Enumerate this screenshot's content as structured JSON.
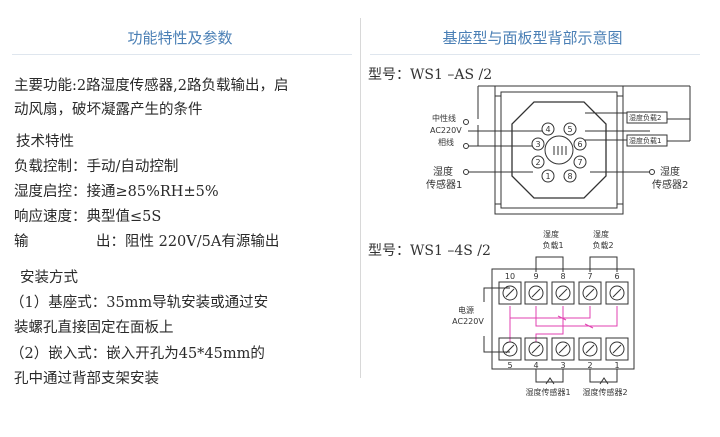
{
  "header": {
    "left_title": "功能特性及参数",
    "right_title": "基座型与面板型背部示意图",
    "accent_color": "#4a7fb5"
  },
  "left": {
    "main_function_line1": "主要功能:2路湿度传感器,2路负载输出，启",
    "main_function_line2": "动风扇，破坏凝露产生的条件",
    "tech_title": "技术特性",
    "load_control": "负载控制：手动/自动控制",
    "humidity_start": "湿度启控：接通≥85%RH±5%",
    "response_speed": "响应速度：典型值≤5S",
    "output_label": "输",
    "output_value": "出：阻性 220V/5A有源输出",
    "install_title": "安装方式",
    "install_1_line1": "（1）基座式：35mm导轨安装或通过安",
    "install_1_line2": "装螺孔直接固定在面板上",
    "install_2_line1": "（2）嵌入式：嵌入开孔为45*45mm的",
    "install_2_line2": "孔中通过背部支架安装"
  },
  "diagram1": {
    "model": "型号：WS1  –AS /2",
    "neutral": "中性线",
    "ac": "AC220V",
    "phase": "相线",
    "humidity_sensor": "湿度",
    "sensor1": "传感器1",
    "sensor2": "传感器2",
    "load2": "湿度负载2",
    "load1": "湿度负载1",
    "pins": [
      "1",
      "2",
      "3",
      "4",
      "5",
      "6",
      "7",
      "8"
    ]
  },
  "diagram2": {
    "model": "型号：WS1  –4S /2",
    "load_humidity": "湿度",
    "load1": "负载1",
    "load2": "负载2",
    "power": "电源",
    "ac": "AC220V",
    "top_terminals": [
      "10",
      "9",
      "8",
      "7",
      "6"
    ],
    "bottom_terminals": [
      "5",
      "4",
      "3",
      "2",
      "1"
    ],
    "bottom_label1": "湿度传感器1",
    "bottom_label2": "湿度传感器2",
    "line_color": "#e040b0"
  }
}
